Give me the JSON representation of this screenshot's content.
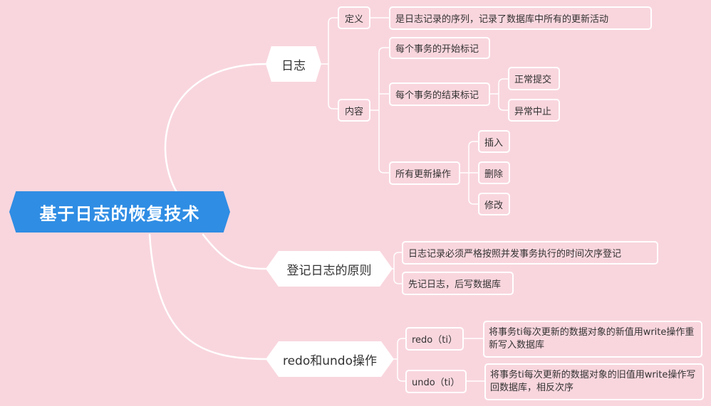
{
  "root": {
    "label": "基于日志的恢复技术"
  },
  "branches": {
    "log": {
      "label": "日志",
      "definition": {
        "label": "定义",
        "text": "是日志记录的序列，记录了数据库中所有的更新活动"
      },
      "content": {
        "label": "内容",
        "start_mark": "每个事务的开始标记",
        "end_mark": "每个事务的结束标记",
        "commit": "正常提交",
        "abort": "异常中止",
        "all_updates": "所有更新操作",
        "insert": "插入",
        "delete": "删除",
        "modify": "修改"
      }
    },
    "principle": {
      "label": "登记日志的原则",
      "rule1": "日志记录必须严格按照并发事务执行的时间次序登记",
      "rule2": "先记日志，后写数据库"
    },
    "redo_undo": {
      "label": "redo和undo操作",
      "redo": {
        "label": "redo（ti）",
        "text": "将事务ti每次更新的数据对象的新值用write操作重新写入数据库"
      },
      "undo": {
        "label": "undo（ti）",
        "text": "将事务ti每次更新的数据对象的旧值用write操作写回数据库，相反次序"
      }
    }
  },
  "colors": {
    "background": "#f9d6de",
    "root_fill": "#2f8de4",
    "main_fill": "#ffffff",
    "connector": "#ffffff"
  }
}
